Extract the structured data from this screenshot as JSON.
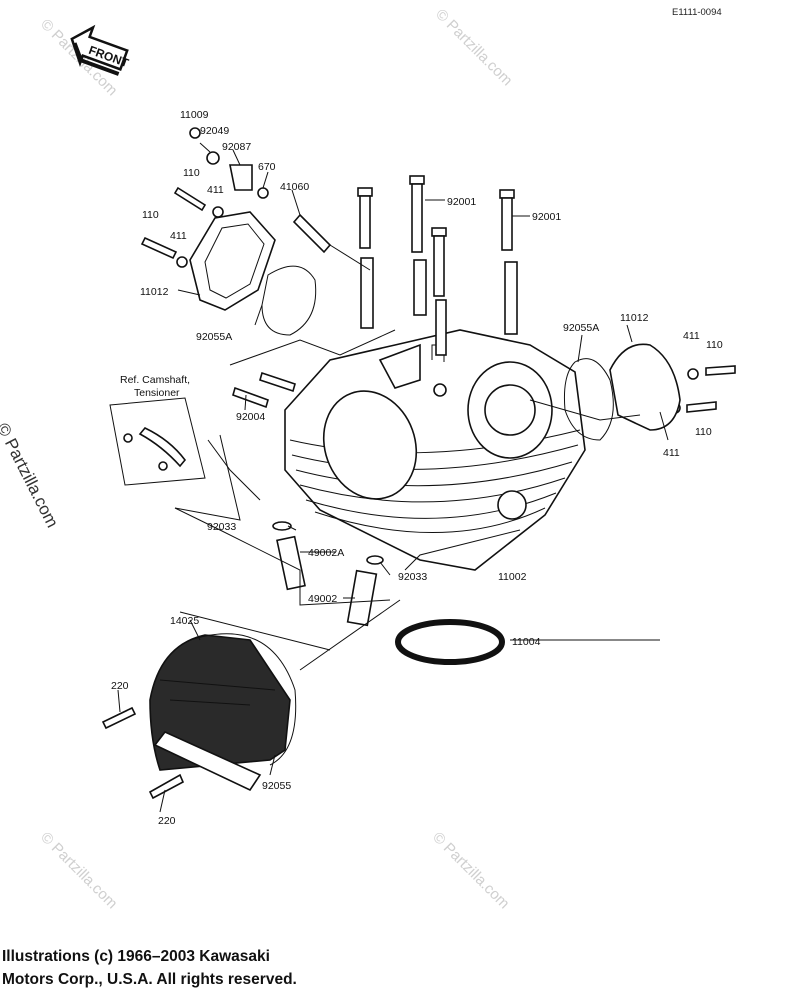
{
  "diagram_code": "E1111-0094",
  "front_label": "FRONT",
  "watermark": "© Partzilla.com",
  "copyright_lines": [
    "Illustrations (c) 1966–2003 Kawasaki",
    "Motors Corp., U.S.A.  All rights reserved."
  ],
  "ref_note": [
    "Ref. Camshaft,",
    "Tensioner"
  ],
  "labels": {
    "p11009": "11009",
    "p92049": "92049",
    "p92087": "92087",
    "p670": "670",
    "p41060": "41060",
    "p110_a": "110",
    "p411_a": "411",
    "p110_b": "110",
    "p411_b": "411",
    "p11012_l": "11012",
    "p92055A_l": "92055A",
    "p92001_l": "92001",
    "p92001_r": "92001",
    "p92055A_r": "92055A",
    "p11012_r": "11012",
    "p411_c": "411",
    "p110_c": "110",
    "p110_d": "110",
    "p411_d": "411",
    "p92004": "92004",
    "p92033_l": "92033",
    "p49002A": "49002A",
    "p92033_r": "92033",
    "p49002": "49002",
    "p11002": "11002",
    "p11004": "11004",
    "p14025": "14025",
    "p220_a": "220",
    "p220_b": "220",
    "p92055": "92055"
  }
}
